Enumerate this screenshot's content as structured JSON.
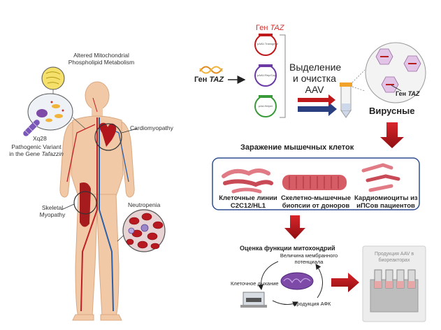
{
  "left": {
    "mito_label_line1": "Altered Mitochondrial",
    "mito_label_line2": "Phospholipid Metabolism",
    "chrom_label": "Xq28",
    "variant_line1": "Pathogenic Variant",
    "variant_line2_prefix": "in the Gene ",
    "variant_gene": "Tafazzin",
    "cardio_label": "Cardiomyopathy",
    "skeletal_line1": "Skeletal",
    "skeletal_line2": "Myopathy",
    "neutro_label": "Neutropenia"
  },
  "right": {
    "gene_prefix": "Ген ",
    "gene_name": "TAZ",
    "gene_top_prefix": "Ген ",
    "gene_top_name": "TAZ",
    "plasmid1": "pAAV-Transgene",
    "plasmid2": "pAAV-Rep/Cap",
    "plasmid3": "pAd-Helper",
    "isolation_line1": "Выделение",
    "isolation_line2": "и очистка",
    "isolation_line3": "AAV",
    "gene_virus_prefix": "Ген ",
    "gene_virus_name": "TAZ",
    "viral": "Вирусные",
    "infection_title": "Заражение мышечных клеток",
    "cells": [
      {
        "line1": "Клеточные линии",
        "line2": "C2C12/HL1"
      },
      {
        "line1": "Скелетно-мышечные",
        "line2": "биопсии от доноров"
      },
      {
        "line1": "Кардиомиоциты из",
        "line2": "иПСов пациентов"
      }
    ],
    "assessment_title": "Оценка  функции митохондрий",
    "membrane_line1": "Величина мембранного",
    "membrane_line2": "потенциала",
    "respiration": "Клеточное дыхание",
    "atp": "Продукция АФК",
    "production_line1": "Продукция AAV в",
    "production_line2": "биореакторах"
  },
  "colors": {
    "accent_red": "#c0191b",
    "skin": "#f2c9a6",
    "box_border": "#2f4f8f"
  }
}
